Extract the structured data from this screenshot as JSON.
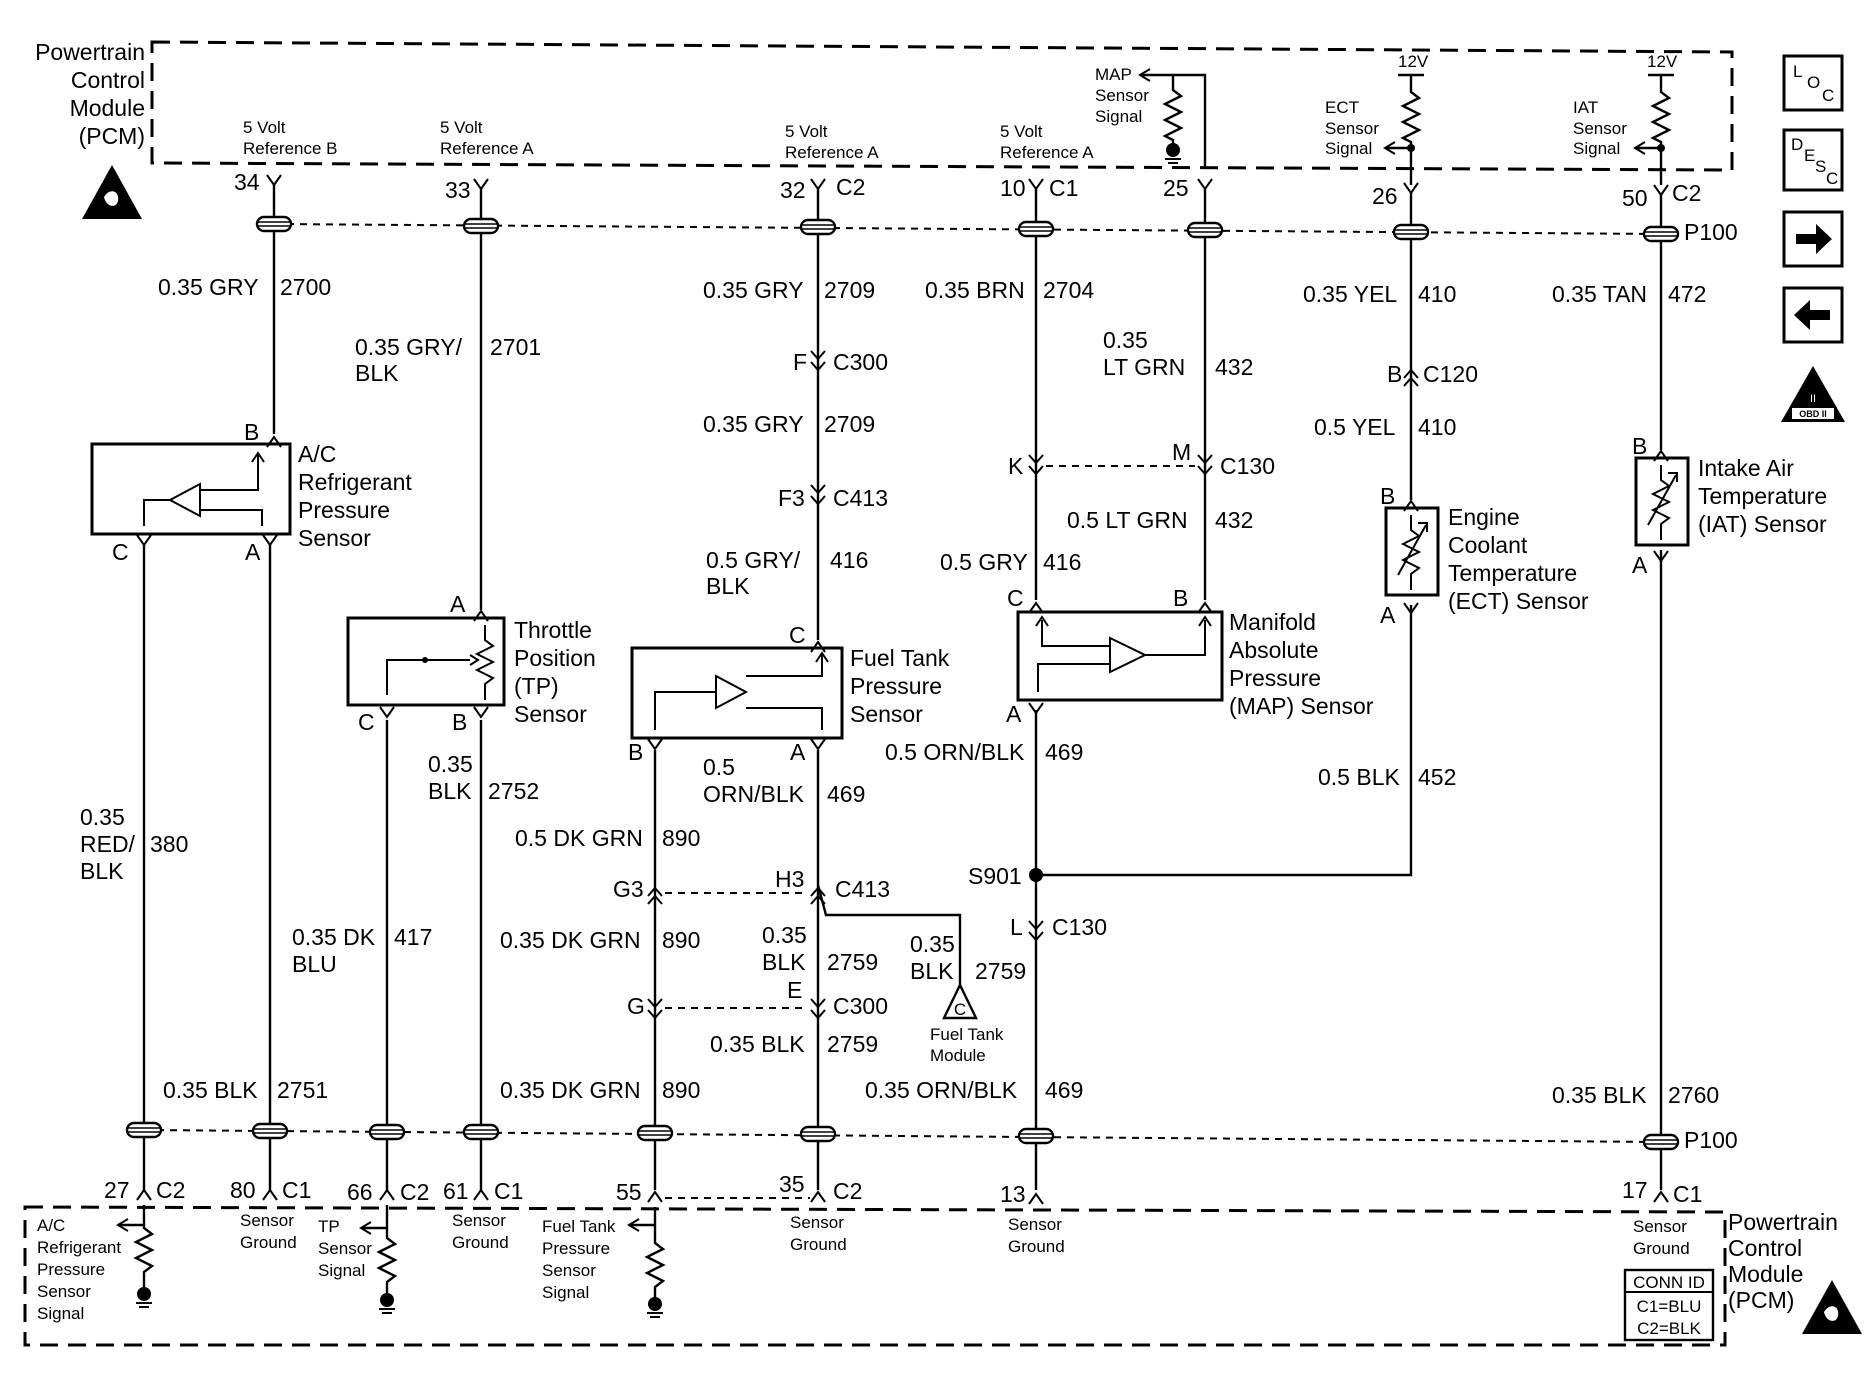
{
  "pcm_top": {
    "line1": "Powertrain",
    "line2": "Control",
    "line3": "Module",
    "line4": "(PCM)"
  },
  "pcm_bottom": {
    "line1": "Powertrain",
    "line2": "Control",
    "line3": "Module",
    "line4": "(PCM)"
  },
  "refs": {
    "ref_b": [
      "5 Volt",
      "Reference B"
    ],
    "ref_a1": [
      "5 Volt",
      "Reference A"
    ],
    "ref_a2": [
      "5 Volt",
      "Reference A"
    ],
    "ref_a3": [
      "5 Volt",
      "Reference A"
    ]
  },
  "top_signals": {
    "map": [
      "MAP",
      "Sensor",
      "Signal"
    ],
    "ect": [
      "ECT",
      "Sensor",
      "Signal"
    ],
    "iat": [
      "IAT",
      "Sensor",
      "Signal"
    ],
    "v12a": "12V",
    "v12b": "12V"
  },
  "top_pins": {
    "p34": "34",
    "p33": "33",
    "p32": "32",
    "c2a": "C2",
    "p10": "10",
    "c1a": "C1",
    "p25": "25",
    "p26": "26",
    "p50": "50",
    "c2b": "C2",
    "p100a": "P100"
  },
  "wires": {
    "w1": "0.35 GRY",
    "w1n": "2700",
    "w2": "0.35 GRY/",
    "w2b": "BLK",
    "w2n": "2701",
    "w3": "0.35 GRY",
    "w3n": "2709",
    "w4": "0.35 GRY",
    "w4n": "2709",
    "w5": "0.5 GRY/",
    "w5b": "BLK",
    "w5n": "416",
    "w6": "0.35 BRN",
    "w6n": "2704",
    "w7": "0.5 GRY",
    "w7n": "416",
    "w8": "0.35",
    "w8b": "LT GRN",
    "w8n": "432",
    "w9": "0.5 LT GRN",
    "w9n": "432",
    "w10": "0.35 YEL",
    "w10n": "410",
    "w11": "0.5 YEL",
    "w11n": "410",
    "w12": "0.35 TAN",
    "w12n": "472",
    "w13": "0.35",
    "w13b": "RED/",
    "w13c": "BLK",
    "w13n": "380",
    "w14": "0.35 BLK",
    "w14n": "2751",
    "w15": "0.35 DK",
    "w15b": "BLU",
    "w15n": "417",
    "w16": "0.35",
    "w16b": "BLK",
    "w16n": "2752",
    "w17": "0.5 DK GRN",
    "w17n": "890",
    "w18": "0.35 DK GRN",
    "w18n": "890",
    "w19": "0.35 DK GRN",
    "w19n": "890",
    "w20": "0.5",
    "w20b": "ORN/BLK",
    "w20n": "469",
    "w21": "0.35",
    "w21b": "BLK",
    "w21n": "2759",
    "w22": "0.35",
    "w22b": "BLK",
    "w22n": "2759",
    "w23": "0.35 BLK",
    "w23n": "2759",
    "w24": "0.5 ORN/BLK",
    "w24n": "469",
    "w25": "0.35 ORN/BLK",
    "w25n": "469",
    "w26": "0.5 BLK",
    "w26n": "452",
    "w27": "0.35 BLK",
    "w27n": "2760"
  },
  "connectors": {
    "f": "F",
    "c300a": "C300",
    "f3": "F3",
    "c413a": "C413",
    "k": "K",
    "m": "M",
    "c130a": "C130",
    "b120": "B",
    "c120": "C120",
    "g3": "G3",
    "h3": "H3",
    "c413b": "C413",
    "g": "G",
    "e": "E",
    "c300b": "C300",
    "l": "L",
    "c130b": "C130",
    "s901": "S901"
  },
  "sensors": {
    "ac": [
      "A/C",
      "Refrigerant",
      "Pressure",
      "Sensor"
    ],
    "tp": [
      "Throttle",
      "Position",
      "(TP)",
      "Sensor"
    ],
    "ftp": [
      "Fuel Tank",
      "Pressure",
      "Sensor"
    ],
    "map": [
      "Manifold",
      "Absolute",
      "Pressure",
      "(MAP) Sensor"
    ],
    "ect": [
      "Engine",
      "Coolant",
      "Temperature",
      "(ECT) Sensor"
    ],
    "iat": [
      "Intake Air",
      "Temperature",
      "(IAT) Sensor"
    ]
  },
  "sensor_pins": {
    "ac_b": "B",
    "ac_c": "C",
    "ac_a": "A",
    "tp_a": "A",
    "tp_c": "C",
    "tp_b": "B",
    "ftp_c": "C",
    "ftp_b": "B",
    "ftp_a": "A",
    "map_c": "C",
    "map_b": "B",
    "map_a": "A",
    "ect_b": "B",
    "ect_a": "A",
    "iat_b": "B",
    "iat_a": "A"
  },
  "fuel_tank_module": {
    "letter": "C",
    "line1": "Fuel Tank",
    "line2": "Module"
  },
  "bottom_pins": {
    "p27": "27",
    "c2c": "C2",
    "p80": "80",
    "c1b": "C1",
    "p66": "66",
    "c2d": "C2",
    "p61": "61",
    "c1c": "C1",
    "p55": "55",
    "p35": "35",
    "c2e": "C2",
    "p13": "13",
    "p17": "17",
    "c1d": "C1",
    "p100b": "P100"
  },
  "bottom_signals": {
    "ac": [
      "A/C",
      "Refrigerant",
      "Pressure",
      "Sensor",
      "Signal"
    ],
    "sg80": [
      "Sensor",
      "Ground"
    ],
    "tp": [
      "TP",
      "Sensor",
      "Signal"
    ],
    "sg61": [
      "Sensor",
      "Ground"
    ],
    "ftp": [
      "Fuel Tank",
      "Pressure",
      "Sensor",
      "Signal"
    ],
    "sg35": [
      "Sensor",
      "Ground"
    ],
    "sg13": [
      "Sensor",
      "Ground"
    ],
    "sg17": [
      "Sensor",
      "Ground"
    ]
  },
  "conn_id": {
    "title": "CONN ID",
    "c1": "C1=BLU",
    "c2": "C2=BLK"
  },
  "nav": {
    "loc": [
      "L",
      "O",
      "C"
    ],
    "desc": [
      "D",
      "E",
      "S",
      "C"
    ],
    "obd": [
      "II",
      "OBD II"
    ]
  }
}
